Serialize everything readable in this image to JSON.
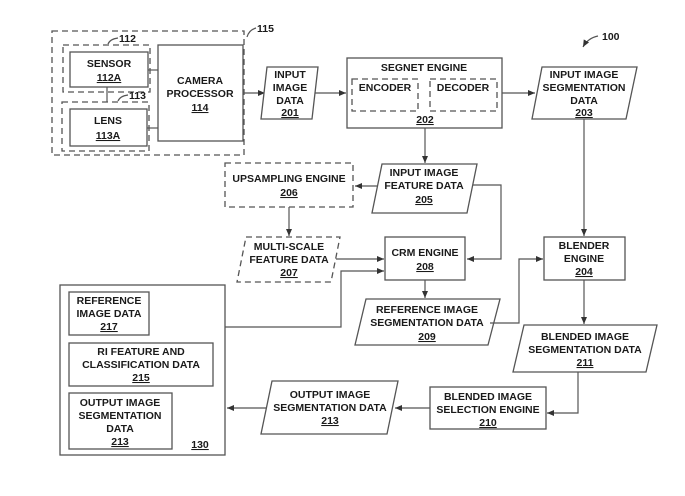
{
  "figure_ref": "100",
  "camera_group": {
    "ref": "115",
    "sensor_group_ref": "112",
    "sensor": {
      "label": "SENSOR",
      "ref": "112A"
    },
    "lens_group_ref": "113",
    "lens": {
      "label": "LENS",
      "ref": "113A"
    },
    "camera_processor": {
      "line1": "CAMERA",
      "line2": "PROCESSOR",
      "ref": "114"
    }
  },
  "input_image_data": {
    "line1": "INPUT",
    "line2": "IMAGE",
    "line3": "DATA",
    "ref": "201"
  },
  "segnet_engine": {
    "title": "SEGNET ENGINE",
    "encoder": "ENCODER",
    "decoder": "DECODER",
    "ref": "202"
  },
  "input_image_segmentation": {
    "line1": "INPUT IMAGE",
    "line2": "SEGMENTATION",
    "line3": "DATA",
    "ref": "203"
  },
  "upsampling_engine": {
    "line1": "UPSAMPLING ENGINE",
    "ref": "206"
  },
  "input_image_feature": {
    "line1": "INPUT IMAGE",
    "line2": "FEATURE DATA",
    "ref": "205"
  },
  "multi_scale_feature": {
    "line1": "MULTI-SCALE",
    "line2": "FEATURE DATA",
    "ref": "207"
  },
  "crm_engine": {
    "line1": "CRM ENGINE",
    "ref": "208"
  },
  "blender_engine": {
    "line1": "BLENDER",
    "line2": "ENGINE",
    "ref": "204"
  },
  "reference_image_segmentation": {
    "line1": "REFERENCE IMAGE",
    "line2": "SEGMENTATION DATA",
    "ref": "209"
  },
  "blended_image_segmentation": {
    "line1": "BLENDED IMAGE",
    "line2": "SEGMENTATION DATA",
    "ref": "211"
  },
  "blended_selection_engine": {
    "line1": "BLENDED IMAGE",
    "line2": "SELECTION ENGINE",
    "ref": "210"
  },
  "output_image_segmentation": {
    "line1": "OUTPUT IMAGE",
    "line2": "SEGMENTATION DATA",
    "ref": "213"
  },
  "storage": {
    "ref": "130",
    "reference_image_data": {
      "line1": "REFERENCE",
      "line2": "IMAGE DATA",
      "ref": "217"
    },
    "ri_feature": {
      "line1": "RI FEATURE AND",
      "line2": "CLASSIFICATION DATA",
      "ref": "215"
    },
    "output_segmentation": {
      "line1": "OUTPUT IMAGE",
      "line2": "SEGMENTATION",
      "line3": "DATA",
      "ref": "213"
    }
  }
}
